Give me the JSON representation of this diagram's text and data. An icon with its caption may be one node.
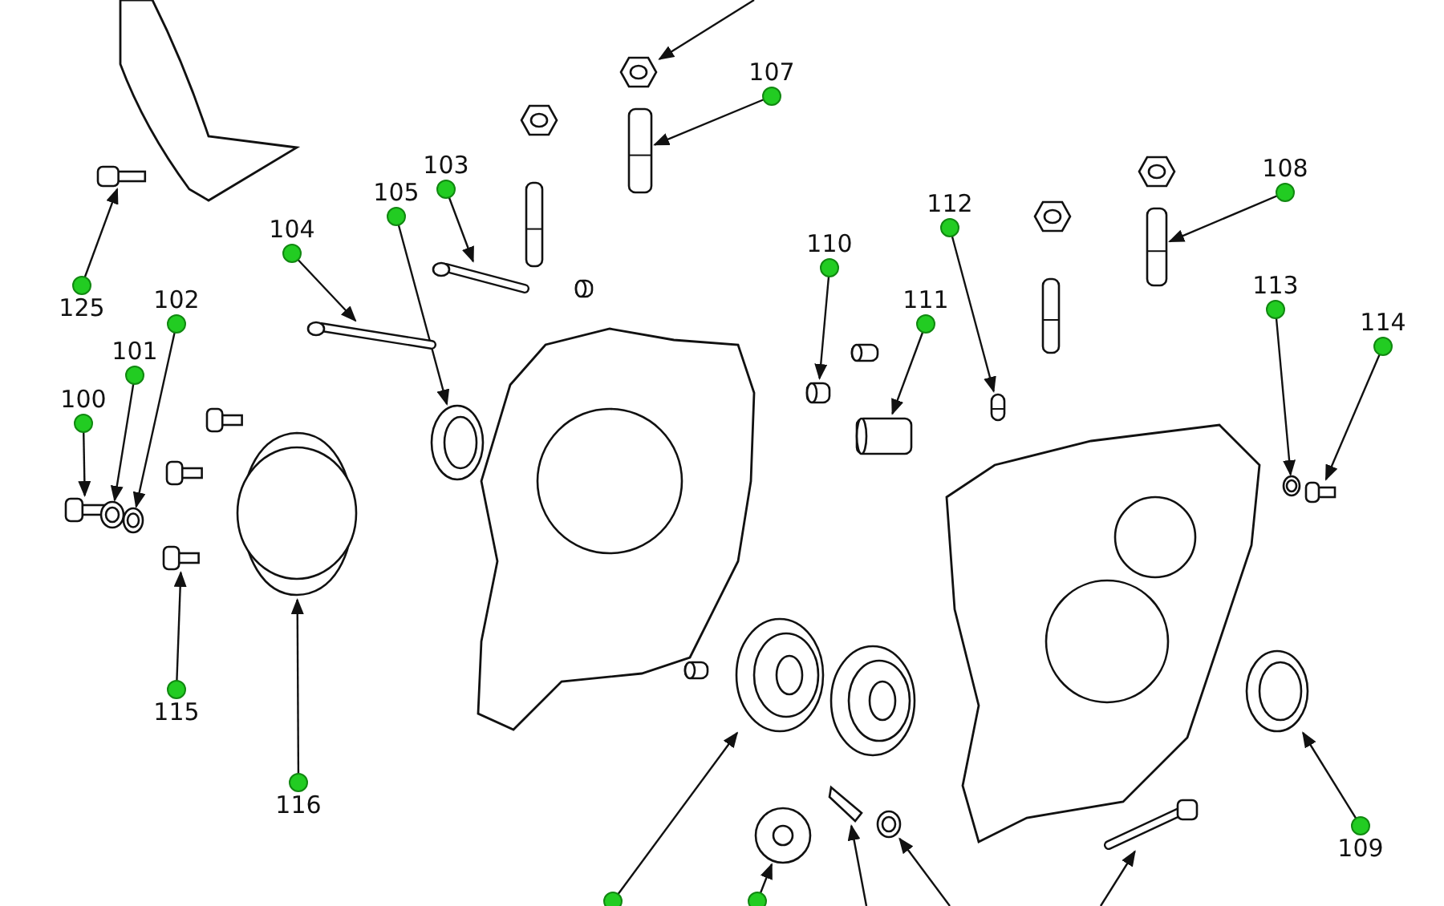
{
  "diagram": {
    "nodes": [
      {
        "text": [
          "107"
        ]
      },
      {
        "text": [
          "108"
        ]
      },
      {
        "text": [
          "103"
        ]
      },
      {
        "text": [
          "105"
        ]
      },
      {
        "text": [
          "112"
        ]
      },
      {
        "text": [
          "104"
        ]
      },
      {
        "text": [
          "110"
        ]
      },
      {
        "text": [
          "125"
        ]
      },
      {
        "text": [
          "102"
        ]
      },
      {
        "text": [
          "111"
        ]
      },
      {
        "text": [
          "113"
        ]
      },
      {
        "text": [
          "114"
        ]
      },
      {
        "text": [
          "101"
        ]
      },
      {
        "text": [
          "100"
        ]
      },
      {
        "text": [
          "115"
        ]
      },
      {
        "text": [
          "116"
        ]
      },
      {
        "text": [
          "109"
        ]
      },
      {
        "text": [],
        "shape": "circle"
      },
      {
        "text": [],
        "shape": "circle"
      },
      {
        "text": [],
        "shape": "picture"
      },
      {
        "text": [],
        "shape": "picture"
      },
      {
        "text": [],
        "shape": "picture"
      },
      {
        "text": [],
        "shape": "picture"
      },
      {
        "text": [],
        "shape": "picture"
      },
      {
        "text": [],
        "shape": "picture"
      },
      {
        "text": [],
        "shape": "picture"
      },
      {
        "text": [],
        "shape": "picture"
      },
      {
        "text": [],
        "shape": "picture"
      },
      {
        "text": [],
        "shape": "picture"
      },
      {
        "text": [],
        "shape": "picture"
      },
      {
        "text": [],
        "shape": "picture"
      },
      {
        "text": [],
        "shape": "picture"
      },
      {
        "text": [],
        "shape": "picture"
      },
      {
        "text": [],
        "shape": "picture"
      },
      {
        "text": [],
        "shape": "picture"
      },
      {
        "text": [],
        "shape": "picture"
      },
      {
        "text": [],
        "shape": "picture"
      },
      {
        "text": [],
        "shape": "picture"
      },
      {
        "text": [],
        "shape": "picture"
      },
      {
        "text": [],
        "shape": "picture"
      },
      {
        "text": [],
        "shape": "picture"
      },
      {
        "text": [],
        "shape": "picture"
      }
    ],
    "edges": [
      {
        "from": null,
        "to": 19,
        "arrow": "to"
      },
      {
        "from": 0,
        "to": 20,
        "arrow": "to"
      },
      {
        "from": 1,
        "to": 21,
        "arrow": "to"
      },
      {
        "from": 7,
        "to": 22,
        "arrow": "to"
      },
      {
        "from": 5,
        "to": 23,
        "arrow": "to"
      },
      {
        "from": 2,
        "to": 24,
        "arrow": "to"
      },
      {
        "from": 3,
        "to": 25,
        "arrow": "to"
      },
      {
        "from": 6,
        "to": 26,
        "arrow": "to"
      },
      {
        "from": 9,
        "to": 27,
        "arrow": "to"
      },
      {
        "from": 4,
        "to": 28,
        "arrow": "to"
      },
      {
        "from": 10,
        "to": 29,
        "arrow": "to"
      },
      {
        "from": 11,
        "to": 30,
        "arrow": "to"
      },
      {
        "from": 13,
        "to": 31,
        "arrow": "to"
      },
      {
        "from": 12,
        "to": 32,
        "arrow": "to"
      },
      {
        "from": 8,
        "to": 33,
        "arrow": "to"
      },
      {
        "from": 14,
        "to": 34,
        "arrow": "to"
      },
      {
        "from": 15,
        "to": 35,
        "arrow": "to"
      },
      {
        "from": 16,
        "to": 36,
        "arrow": "to"
      },
      {
        "from": 17,
        "to": 37,
        "arrow": "to"
      },
      {
        "from": 18,
        "to": 38,
        "arrow": "to"
      },
      {
        "from": null,
        "to": 39,
        "arrow": "to"
      },
      {
        "from": null,
        "to": 40,
        "arrow": "to"
      },
      {
        "from": null,
        "to": 41,
        "arrow": "to"
      }
    ]
  }
}
